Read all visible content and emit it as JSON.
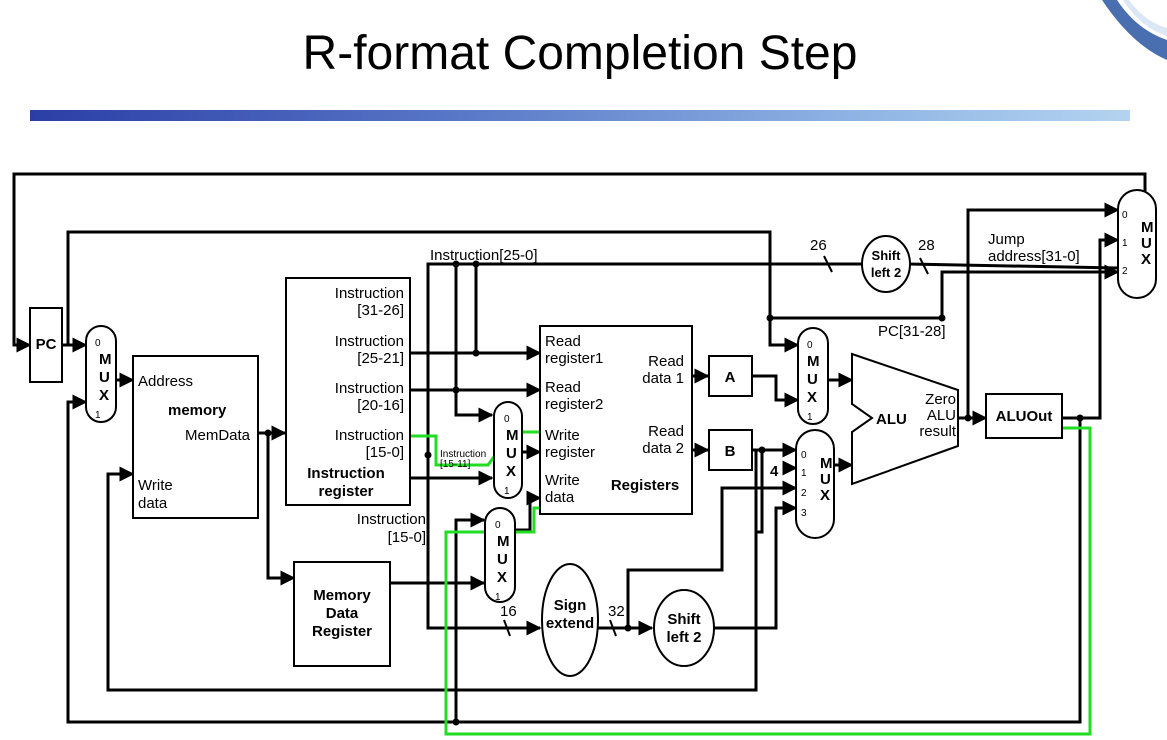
{
  "title": "R-format Completion Step",
  "colors": {
    "highlight": "#22dd22",
    "wire": "#000000",
    "bar_start": "#2b3ea6",
    "bar_end": "#b3d3f0"
  },
  "blocks": {
    "pc": "PC",
    "mux": {
      "m": "M",
      "u": "U",
      "x": "X",
      "in0": "0",
      "in1": "1",
      "in2": "2",
      "in3": "3"
    },
    "memory": {
      "address": "Address",
      "title": "memory",
      "memdata": "MemData",
      "write1": "Write",
      "write2": "data"
    },
    "ir": {
      "i1a": "Instruction",
      "i1b": "[31-26]",
      "i2a": "Instruction",
      "i2b": "[25-21]",
      "i3a": "Instruction",
      "i3b": "[20-16]",
      "i4a": "Instruction",
      "i4b": "[15-0]",
      "t1": "Instruction",
      "t2": "register"
    },
    "mdr": {
      "l1": "Memory",
      "l2": "Data",
      "l3": "Register"
    },
    "regs": {
      "rr1a": "Read",
      "rr1b": "register1",
      "rr2a": "Read",
      "rr2b": "register2",
      "wra": "Write",
      "wrb": "register",
      "wda": "Write",
      "wdb": "data",
      "rd1a": "Read",
      "rd1b": "data 1",
      "rd2a": "Read",
      "rd2b": "data 2",
      "title": "Registers"
    },
    "a": "A",
    "b": "B",
    "alu": {
      "name": "ALU",
      "zero": "Zero",
      "r1": "ALU",
      "r2": "result"
    },
    "aluout": "ALUOut",
    "sign": {
      "l1": "Sign",
      "l2": "extend"
    },
    "shift": {
      "l1": "Shift",
      "l2": "left 2"
    }
  },
  "wire_labels": {
    "instr25_0": "Instruction[25-0]",
    "w26": "26",
    "w28": "28",
    "pc31_28": "PC[31-28]",
    "jump1": "Jump",
    "jump2": "address[31-0]",
    "four": "4",
    "instr15_11a": "Instruction",
    "instr15_11b": "[15-11]",
    "instr15_0a": "Instruction",
    "instr15_0b": "[15-0]",
    "w16": "16",
    "w32": "32"
  }
}
